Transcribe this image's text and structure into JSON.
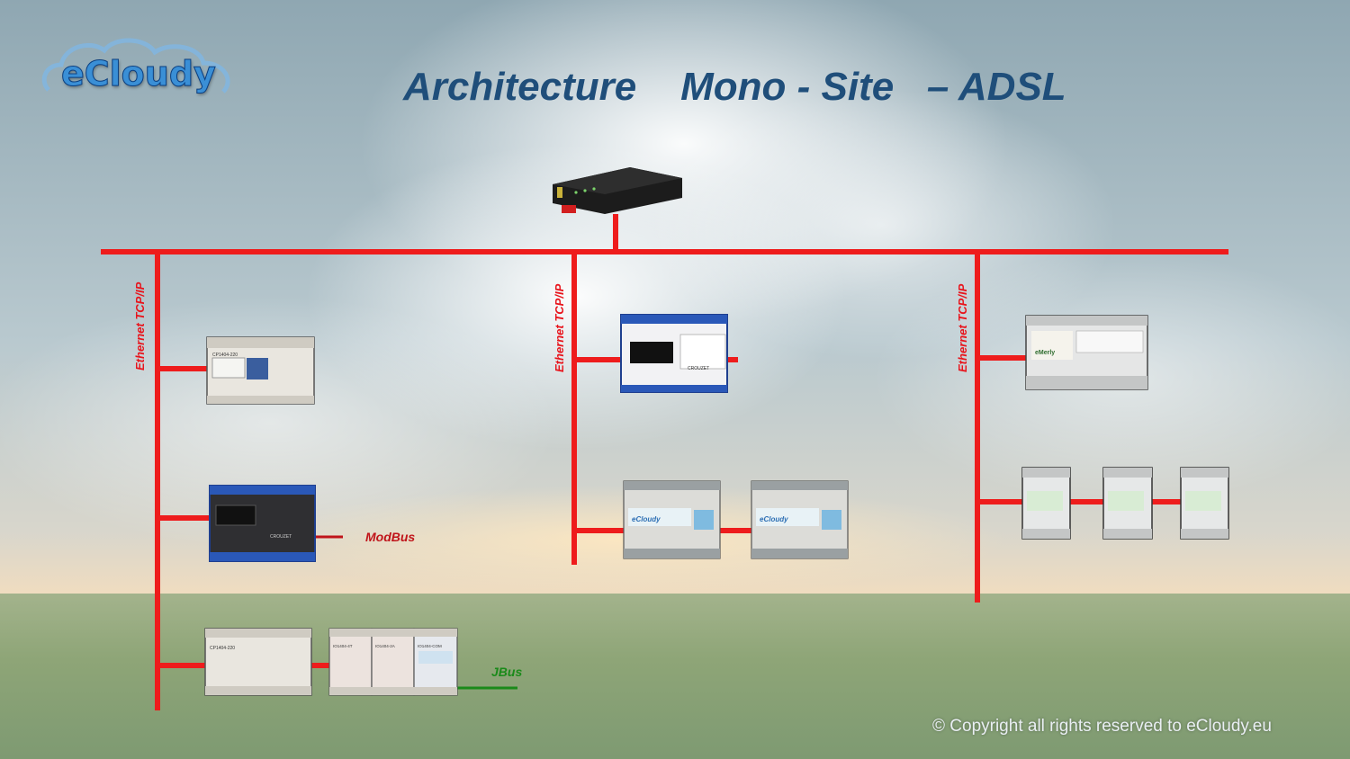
{
  "logo": {
    "text": "eCloudy"
  },
  "title": "Architecture    Mono - Site   – ADSL",
  "network_labels": {
    "left": "Ethernet TCP/IP",
    "middle": "Ethernet TCP/IP",
    "right": "Ethernet TCP/IP"
  },
  "bus_labels": {
    "modbus": "ModBus",
    "jbus": "JBus"
  },
  "device_labels": {
    "plc_top": "CP1404-220",
    "plc_bottom": "CP1404-220",
    "crouzet_brand": "CROUZET",
    "io1": "IO1404-4T",
    "io2": "IO1404-2A",
    "io3": "IO1404-COM",
    "ecloudy_module": "eCloudy",
    "emerly_module": "eMerly"
  },
  "copyright": "© Copyright all rights reserved to eCloudy.eu",
  "colors": {
    "network": "#ee1c1c",
    "modbus": "#c0141a",
    "jbus": "#1a8a1a",
    "title": "#1f4e7a"
  }
}
